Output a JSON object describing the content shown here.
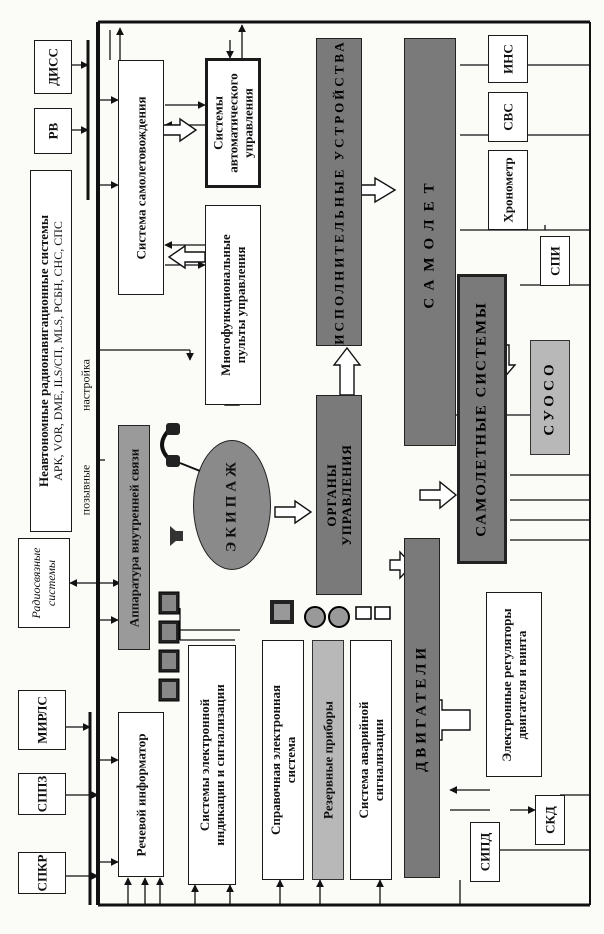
{
  "diagram": {
    "top_sources": {
      "spkr": "СПКР",
      "sppz": "СППЗ",
      "mirls": "МИРЛС",
      "radio": "Радиосвязные системы",
      "nav_line1": "Неавтономные радионавигационные системы",
      "nav_line2": "АРК, VOR, DME, ILS/СП, MLS, РСБН, СНС, СПС",
      "rv": "РВ",
      "diss": "ДИСС"
    },
    "labels": {
      "pozyvnye": "позывные",
      "nastroyka": "настройка"
    },
    "blocks": {
      "rech": "Речевой информатор",
      "seis_line1": "Системы электронной",
      "seis_line2": "индикации и сигнализации",
      "spravochnaya_line1": "Справочная электронная",
      "spravochnaya_line2": "система",
      "rezerv": "Резервные приборы",
      "avar_line1": "Система аварийной",
      "avar_line2": "сигнализации",
      "apparatura": "Аппаратура внутренней связи",
      "ekipazh": "ЭКИПАЖ",
      "mpu_line1": "Многофункциональные",
      "mpu_line2": "пульты управления",
      "ssv": "Система самолетовождения",
      "sau_line1": "Системы",
      "sau_line2": "автоматического",
      "sau_line3": "управления",
      "organy_line1": "ОРГАНЫ",
      "organy_line2": "УПРАВЛЕНИЯ",
      "ispoln": "ИСПОЛНИТЕЛЬНЫЕ УСТРОЙСТВА",
      "dvigateli": "ДВИГАТЕЛИ",
      "samolet": "САМОЛЕТ",
      "samolet_sys": "САМОЛЕТНЫЕ СИСТЕМЫ",
      "suoso": "СУОСО",
      "ereg_line1": "Электронные регуляторы",
      "ereg_line2": "двигателя и винта"
    },
    "bottom_sources": {
      "sipd": "СИПД",
      "skd": "СКД",
      "spi": "СПИ",
      "chronometr": "Хронометр",
      "svs": "СВС",
      "ins": "ИНС"
    }
  }
}
